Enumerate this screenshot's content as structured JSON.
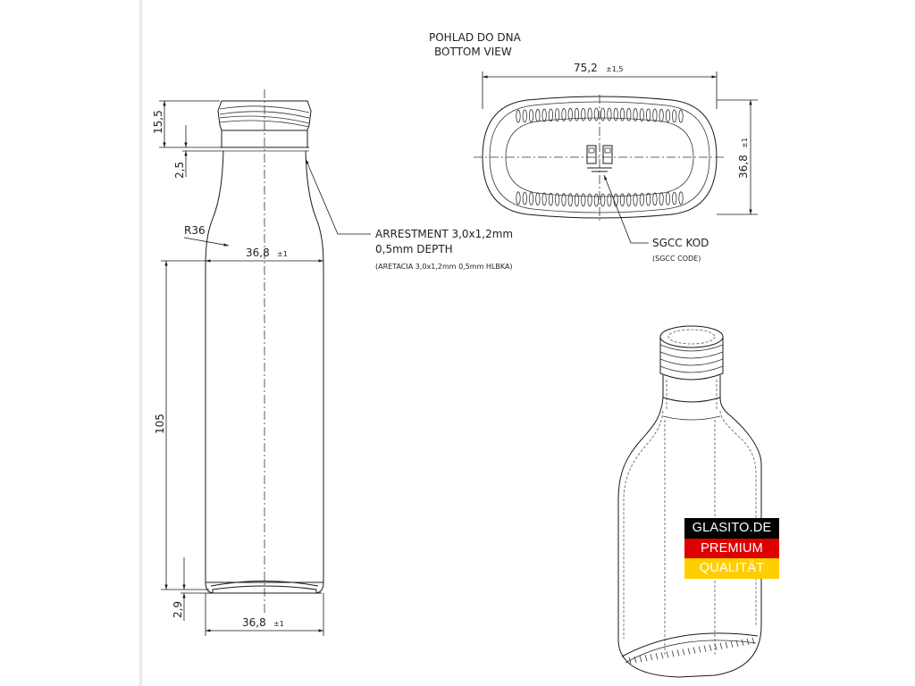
{
  "bottom_view": {
    "title_cz": "POHLAD DO DNA",
    "title_en": "BOTTOM VIEW",
    "width_dim": "75,2",
    "width_tol": "±1,5",
    "depth_dim": "36,8",
    "depth_tol": "±1"
  },
  "side_view": {
    "neck_height": "15,5",
    "neck_ring": "2,5",
    "radius": "R36",
    "width_top_dim": "36,8",
    "width_top_tol": "±1",
    "body_height": "105",
    "base_height": "2,9",
    "width_bottom_dim": "36,8",
    "width_bottom_tol": "±1"
  },
  "notes": {
    "arrestment_line1": "ARRESTMENT  3,0x1,2mm",
    "arrestment_line2": "0,5mm  DEPTH",
    "arrestment_sk": "(ARETACIA  3,0x1,2mm  0,5mm  HLBKA)",
    "sgcc_label": "SGCC  KOD",
    "sgcc_sub": "(SGCC  CODE)"
  },
  "badge": {
    "line1": "GLASITO.DE",
    "line2": "PREMIUM",
    "line3": "QUALITÄT",
    "colors": [
      "#000000",
      "#dd0000",
      "#ffce00"
    ]
  }
}
